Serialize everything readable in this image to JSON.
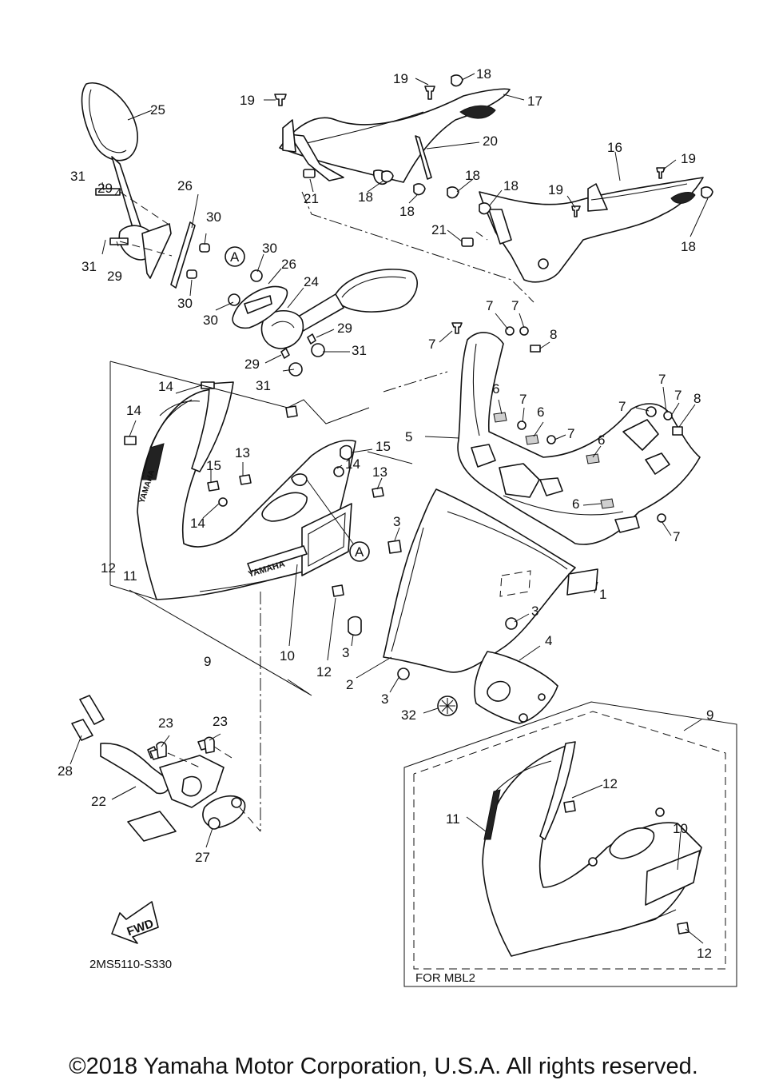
{
  "diagram_code": "2MS5110-S330",
  "variant_label": "FOR MBL2",
  "fwd_label": "FWD",
  "detail_marker": "A",
  "copyright": "©2018 Yamaha Motor Corporation, U.S.A. All rights reserved.",
  "brand_text": "YAMAHA",
  "callouts": [
    "1",
    "2",
    "3",
    "4",
    "5",
    "6",
    "7",
    "8",
    "9",
    "10",
    "11",
    "12",
    "13",
    "14",
    "15",
    "16",
    "17",
    "18",
    "19",
    "20",
    "21",
    "22",
    "23",
    "24",
    "25",
    "26",
    "27",
    "28",
    "29",
    "30",
    "31",
    "32"
  ]
}
